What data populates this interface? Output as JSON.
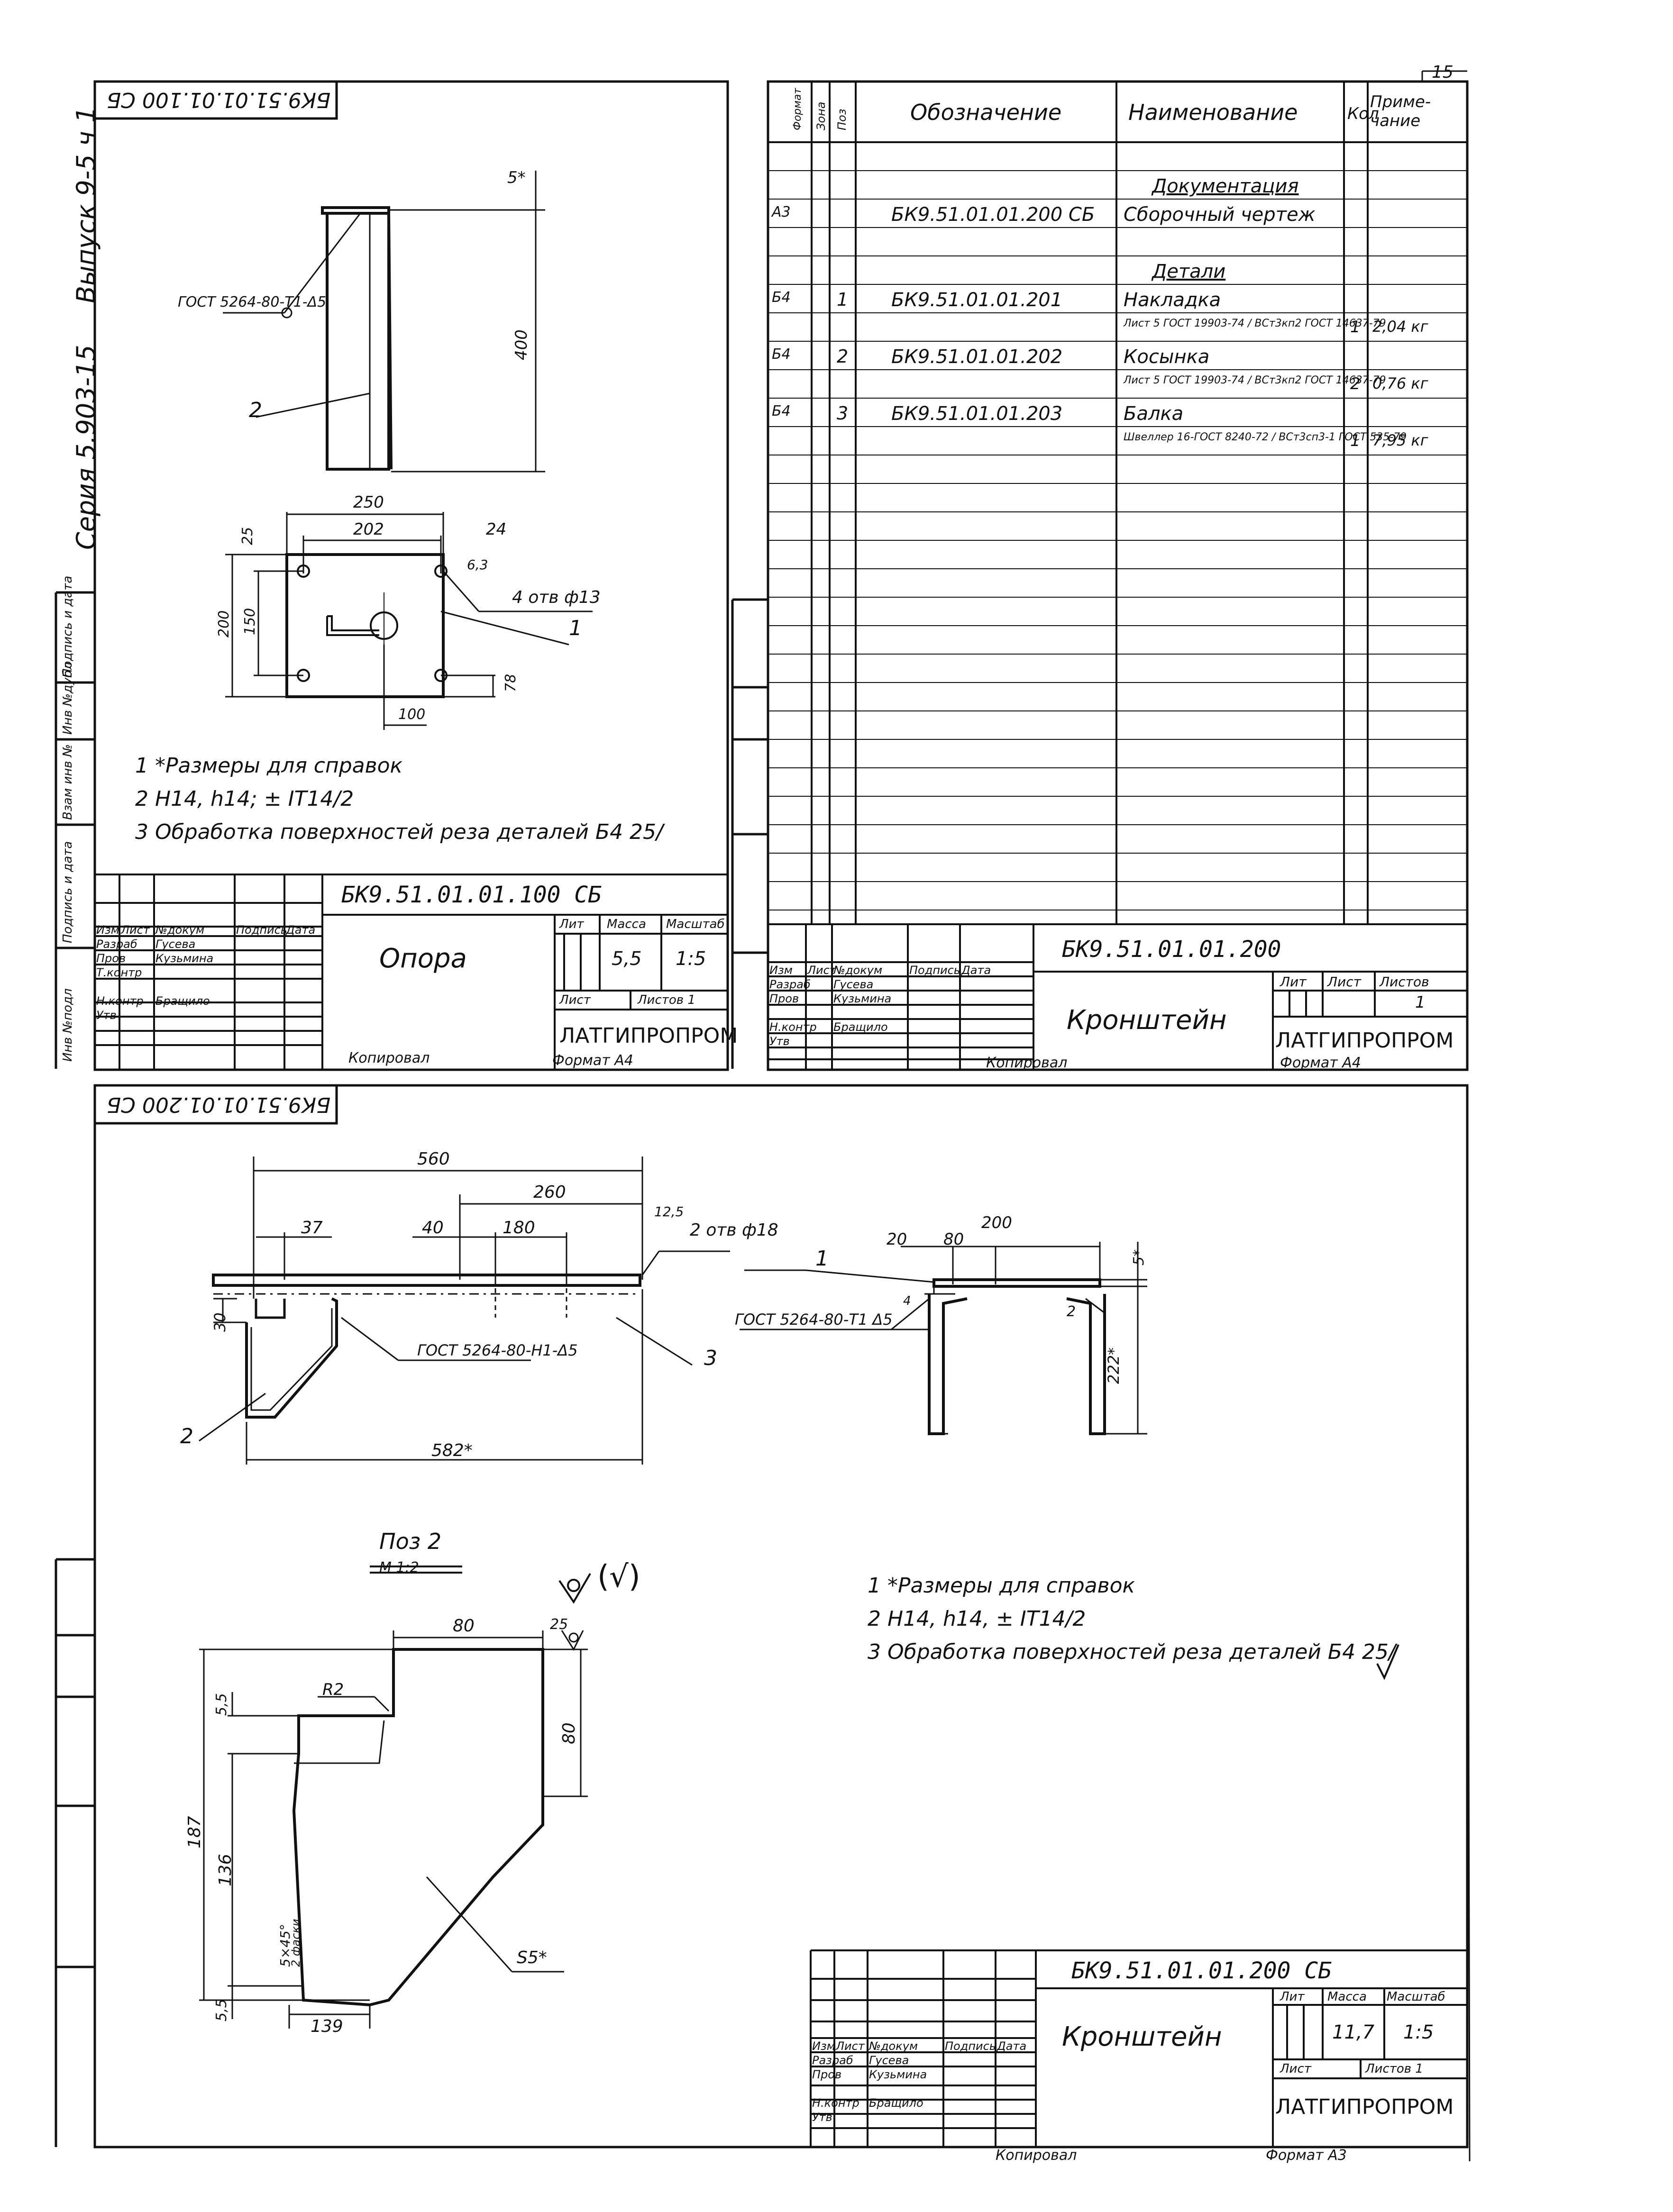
{
  "page_number": "15",
  "left_margin": {
    "vypusk": "Выпуск 9-5 ч 1",
    "seria": "Серия 5.903-15",
    "stamps": [
      "Инв №подл",
      "Подпись и дата",
      "Взам инв №",
      "Инв №дубл",
      "Подпись и дата"
    ]
  },
  "sheet100": {
    "code_rotated": "БК9.51.01.01.100 СБ",
    "weld_note": "ГОСТ 5264-80-Т1-Δ5",
    "pos2": "2",
    "pos1": "1",
    "dims": {
      "d5": "5*",
      "d400": "400",
      "d250": "250",
      "d202": "202",
      "d24": "24",
      "d25": "25",
      "d6_3": "6,3",
      "holes": "4 отв ф13",
      "d200": "200",
      "d150": "150",
      "d78": "78",
      "d100": "100"
    },
    "notes": [
      "1  *Размеры для справок",
      "2  Н14, h14; ± IT14/2",
      "3  Обработка поверхностей реза деталей Б4 25/"
    ],
    "title_block": {
      "code": "БК9.51.01.01.100 СБ",
      "name": "Опора",
      "lit": "Лит",
      "massa_label": "Масса",
      "masshtab_label": "Масштаб",
      "massa": "5,5",
      "masshtab": "1:5",
      "list_label": "Лист",
      "listov_label": "Листов 1",
      "org": "ЛАТГИПРОПРОМ",
      "roles": [
        {
          "role": "Изм",
          "c2": "Лист",
          "c3": "№докум",
          "c4": "Подпись",
          "c5": "Дата"
        },
        {
          "role": "Разраб",
          "c2": "",
          "c3": "Гусева",
          "c4": "",
          "c5": ""
        },
        {
          "role": "Пров",
          "c2": "",
          "c3": "Кузьмина",
          "c4": "",
          "c5": ""
        },
        {
          "role": "Т.контр",
          "c2": "",
          "c3": "",
          "c4": "",
          "c5": ""
        },
        {
          "role": "",
          "c2": "",
          "c3": "",
          "c4": "",
          "c5": ""
        },
        {
          "role": "Н.контр",
          "c2": "",
          "c3": "Бращило",
          "c4": "",
          "c5": ""
        },
        {
          "role": "Утв",
          "c2": "",
          "c3": "",
          "c4": "",
          "c5": ""
        }
      ],
      "kopiroval": "Копировал",
      "format": "Формат А4"
    }
  },
  "spec": {
    "headers": [
      "Формат",
      "Зона",
      "Поз",
      "Обозначение",
      "Наименование",
      "Кол",
      "Приме-чание"
    ],
    "rows": [
      {
        "f": "",
        "z": "",
        "p": "",
        "o": "",
        "n": "",
        "k": "",
        "pr": ""
      },
      {
        "f": "",
        "z": "",
        "p": "",
        "o": "",
        "n": "Документация",
        "k": "",
        "pr": ""
      },
      {
        "f": "А3",
        "z": "",
        "p": "",
        "o": "БК9.51.01.01.200 СБ",
        "n": "Сборочный чертеж",
        "k": "",
        "pr": ""
      },
      {
        "f": "",
        "z": "",
        "p": "",
        "o": "",
        "n": "",
        "k": "",
        "pr": ""
      },
      {
        "f": "",
        "z": "",
        "p": "",
        "o": "",
        "n": "Детали",
        "k": "",
        "pr": ""
      },
      {
        "f": "Б4",
        "z": "",
        "p": "1",
        "o": "БК9.51.01.01.201",
        "n": "Накладка",
        "k": "",
        "pr": ""
      },
      {
        "f": "",
        "z": "",
        "p": "",
        "o": "",
        "n": "Лист 5 ГОСТ 19903-74 / ВСт3кп2 ГОСТ 14637-79",
        "k": "1",
        "pr": "2,04 кг"
      },
      {
        "f": "Б4",
        "z": "",
        "p": "2",
        "o": "БК9.51.01.01.202",
        "n": "Косынка",
        "k": "",
        "pr": ""
      },
      {
        "f": "",
        "z": "",
        "p": "",
        "o": "",
        "n": "Лист 5 ГОСТ 19903-74 / ВСт3кп2 ГОСТ 14637-79",
        "k": "2",
        "pr": "0,76 кг"
      },
      {
        "f": "Б4",
        "z": "",
        "p": "3",
        "o": "БК9.51.01.01.203",
        "n": "Балка",
        "k": "",
        "pr": ""
      },
      {
        "f": "",
        "z": "",
        "p": "",
        "o": "",
        "n": "Швеллер 16-ГОСТ 8240-72 / ВСт3сп3-1 ГОСТ 535-79",
        "k": "1",
        "pr": "7,95 кг"
      }
    ],
    "title_block": {
      "code": "БК9.51.01.01.200",
      "name": "Кронштейн",
      "lit": "Лит",
      "list_label": "Лист",
      "listov_label": "Листов",
      "listov": "1",
      "org": "ЛАТГИПРОПРОМ",
      "roles": [
        {
          "role": "Изм",
          "c2": "Лист",
          "c3": "№докум",
          "c4": "Подпись",
          "c5": "Дата"
        },
        {
          "role": "Разраб",
          "c2": "",
          "c3": "Гусева",
          "c4": "",
          "c5": ""
        },
        {
          "role": "Пров",
          "c2": "",
          "c3": "Кузьмина",
          "c4": "",
          "c5": ""
        },
        {
          "role": "",
          "c2": "",
          "c3": "",
          "c4": "",
          "c5": ""
        },
        {
          "role": "Н.контр",
          "c2": "",
          "c3": "Бращило",
          "c4": "",
          "c5": ""
        },
        {
          "role": "Утв",
          "c2": "",
          "c3": "",
          "c4": "",
          "c5": ""
        }
      ],
      "kopiroval": "Копировал",
      "format": "Формат А4"
    }
  },
  "sheet200": {
    "code_rotated": "БК9.51.01.01.200 СБ",
    "dims": {
      "d560": "560",
      "d260": "260",
      "d37": "37",
      "d40": "40",
      "d180": "180",
      "d12_5": "12,5",
      "holes": "2 отв ф18",
      "d30": "30",
      "d582": "582*",
      "d20": "20",
      "d80": "80",
      "d200": "200",
      "d5": "5*",
      "d222": "222*",
      "d4": "4",
      "d2": "2"
    },
    "weld1": "ГОСТ 5264-80-Н1-Δ5",
    "weld2": "ГОСТ 5264-80-Т1 Δ5",
    "pos1": "1",
    "pos2": "2",
    "pos3": "3",
    "detail_title": "Поз 2",
    "detail_scale": "М 1:2",
    "rough": "(√)",
    "detail_dims": {
      "d80a": "80",
      "d25": "25",
      "r2": "R2",
      "d5_5a": "5,5",
      "d80b": "80",
      "d187": "187",
      "d136": "136",
      "chamfer1": "5×45°",
      "chamfer2": "2 фаски",
      "s5": "S5*",
      "d5_5b": "5,5",
      "d139": "139"
    },
    "notes": [
      "1  *Размеры для справок",
      "2  Н14, h14, ± IT14/2",
      "3  Обработка поверхностей реза деталей Б4 25/"
    ],
    "title_block": {
      "code": "БК9.51.01.01.200 СБ",
      "name": "Кронштейн",
      "lit": "Лит",
      "massa_label": "Масса",
      "masshtab_label": "Масштаб",
      "massa": "11,7",
      "masshtab": "1:5",
      "list_label": "Лист",
      "listov_label": "Листов 1",
      "org": "ЛАТГИПРОПРОМ",
      "roles": [
        {
          "role": "Изм",
          "c2": "Лист",
          "c3": "№докум",
          "c4": "Подпись",
          "c5": "Дата"
        },
        {
          "role": "Разраб",
          "c2": "",
          "c3": "Гусева",
          "c4": "",
          "c5": ""
        },
        {
          "role": "Пров",
          "c2": "",
          "c3": "Кузьмина",
          "c4": "",
          "c5": ""
        },
        {
          "role": "",
          "c2": "",
          "c3": "",
          "c4": "",
          "c5": ""
        },
        {
          "role": "Н.контр",
          "c2": "",
          "c3": "Бращило",
          "c4": "",
          "c5": ""
        },
        {
          "role": "Утв",
          "c2": "",
          "c3": "",
          "c4": "",
          "c5": ""
        }
      ],
      "kopiroval": "Копировал",
      "format": "Формат А3"
    }
  }
}
